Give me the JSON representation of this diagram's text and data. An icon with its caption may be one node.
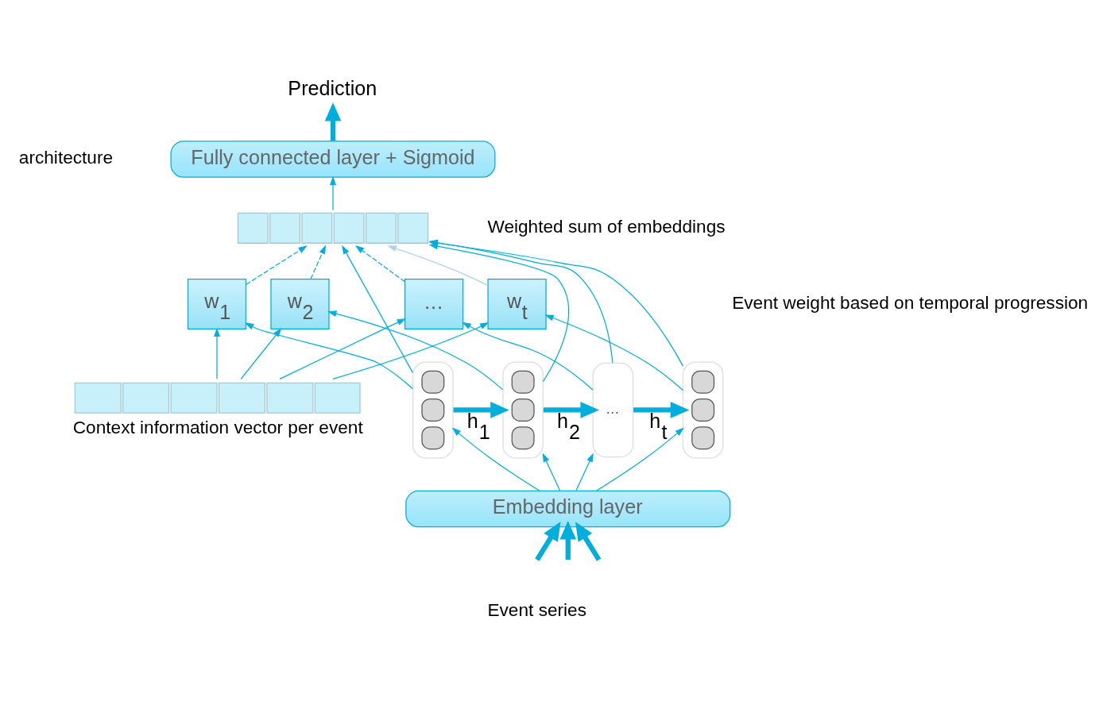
{
  "diagram": {
    "nodes": [
      {
        "text": [
          "Prediction"
        ]
      },
      {
        "text": [
          "Fully connected layer + Sigmoid"
        ]
      },
      {
        "text": [],
        "shape": "bar",
        "beside": [
          "Weighted sum of embeddings"
        ]
      },
      {
        "text": [
          "w$_{1}$"
        ]
      },
      {
        "text": [
          "w$_{2}$"
        ]
      },
      {
        "text": [
          "…"
        ]
      },
      {
        "text": [
          "w$_{t}$"
        ]
      },
      {
        "text": [],
        "shape": "bar",
        "beside": [
          "Context information vector per event"
        ]
      },
      {
        "text": [],
        "shape": "box"
      },
      {
        "text": [],
        "shape": "box"
      },
      {
        "text": [
          "…"
        ]
      },
      {
        "text": [],
        "shape": "box"
      },
      {
        "text": [
          "Embedding layer"
        ]
      }
    ],
    "edges": [
      {
        "from": 1,
        "to": 0,
        "arrow": "to",
        "style": "thick"
      },
      {
        "from": 2,
        "to": 1,
        "arrow": "to"
      },
      {
        "from": 3,
        "to": 2,
        "arrow": "to",
        "style": "dashed"
      },
      {
        "from": 4,
        "to": 2,
        "arrow": "to",
        "style": "dashed"
      },
      {
        "from": 5,
        "to": 2,
        "arrow": "to",
        "style": "dashed"
      },
      {
        "from": 6,
        "to": 2,
        "arrow": "to",
        "color": "#a9d3e6"
      },
      {
        "from": 8,
        "to": 2,
        "arrow": "to"
      },
      {
        "from": 9,
        "to": 2,
        "arrow": "to"
      },
      {
        "from": 10,
        "to": 2,
        "arrow": "to"
      },
      {
        "from": 11,
        "to": 2,
        "arrow": "to"
      },
      {
        "from": 7,
        "to": 3,
        "arrow": "to"
      },
      {
        "from": 7,
        "to": 4,
        "arrow": "to"
      },
      {
        "from": 7,
        "to": 5,
        "arrow": "to"
      },
      {
        "from": 7,
        "to": 6,
        "arrow": "to"
      },
      {
        "from": 8,
        "to": 3,
        "arrow": "to"
      },
      {
        "from": 9,
        "to": 4,
        "arrow": "to"
      },
      {
        "from": 10,
        "to": 5,
        "arrow": "to"
      },
      {
        "from": 11,
        "to": 6,
        "arrow": "to"
      },
      {
        "from": 8,
        "to": 9,
        "arrow": "to",
        "label": "h$_{1}$",
        "style": "thick"
      },
      {
        "from": 9,
        "to": 10,
        "arrow": "to",
        "label": "h$_{2}$",
        "style": "thick"
      },
      {
        "from": 10,
        "to": 11,
        "arrow": "to",
        "label": "h$_{t}$",
        "style": "thick"
      },
      {
        "from": 12,
        "to": 8,
        "arrow": "to"
      },
      {
        "from": 12,
        "to": 9,
        "arrow": "to"
      },
      {
        "from": 12,
        "to": 10,
        "arrow": "to"
      },
      {
        "from": 12,
        "to": 11,
        "arrow": "to"
      },
      {
        "from": null,
        "to": 12,
        "arrow": "to",
        "style": "thick"
      },
      {
        "from": null,
        "to": 12,
        "arrow": "to",
        "style": "thick"
      },
      {
        "from": null,
        "to": 12,
        "arrow": "to",
        "style": "thick"
      }
    ],
    "labels": [
      "architecture",
      "Event weight based on temporal progression",
      "Event series"
    ]
  }
}
